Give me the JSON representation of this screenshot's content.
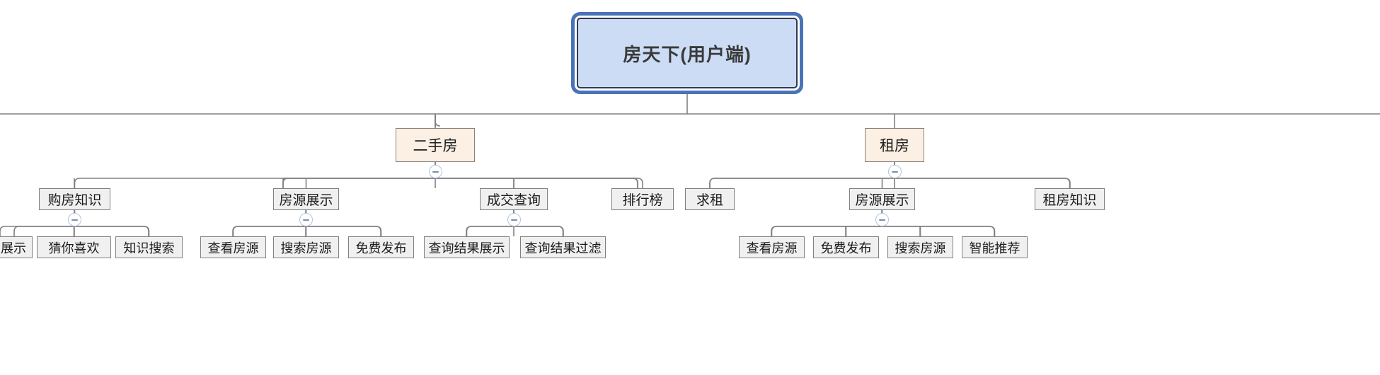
{
  "diagram": {
    "type": "mindmap-tree",
    "orientation": "top-down",
    "title_node": "房天下(用户端)",
    "colors": {
      "root_fill": "#ccdcf5",
      "root_border": "#2f3b52",
      "root_selection_ring": "#4a72b8",
      "level2_fill": "#fcefe3",
      "level2_border": "#8a8178",
      "leaf_fill": "#f0f0f0",
      "leaf_border": "#808080",
      "connector": "#808080",
      "toggle_border": "#aec3e6",
      "toggle_bar": "#7d8ea8",
      "canvas": "#ffffff"
    },
    "toggle_icon": "minus-collapse-icon"
  },
  "nodes": {
    "root": {
      "label": "房天下(用户端)",
      "selected": true
    },
    "l2_ershoufang": {
      "label": "二手房",
      "collapsible": true
    },
    "l2_zufang": {
      "label": "租房",
      "collapsible": true
    },
    "l3_goufangzhishi": {
      "label": "购房知识",
      "collapsible": true
    },
    "l3_fangyuanzhanshi_a": {
      "label": "房源展示",
      "collapsible": true
    },
    "l3_chengjiaochaxun": {
      "label": "成交查询",
      "collapsible": true
    },
    "l3_paihangbang": {
      "label": "排行榜",
      "collapsible": false
    },
    "l3_qiuzu": {
      "label": "求租",
      "collapsible": false
    },
    "l3_fangyuanzhanshi_b": {
      "label": "房源展示",
      "collapsible": true
    },
    "l3_zufangzhishi": {
      "label": "租房知识",
      "collapsible": false
    },
    "l4_zhanshi_clipped": {
      "label": "展示",
      "clipped": true
    },
    "l4_cainixihuan": {
      "label": "猜你喜欢"
    },
    "l4_zhishisousuo": {
      "label": "知识搜索"
    },
    "l4_chakanfangyuan_a": {
      "label": "查看房源"
    },
    "l4_sousuofangyuan_a": {
      "label": "搜索房源"
    },
    "l4_mianfeifabu_a": {
      "label": "免费发布"
    },
    "l4_chaxunjieguozhanshi": {
      "label": "查询结果展示"
    },
    "l4_chaxunjieguoguolv": {
      "label": "查询结果过滤"
    },
    "l4_chakanfangyuan_b": {
      "label": "查看房源"
    },
    "l4_mianfeifabu_b": {
      "label": "免费发布"
    },
    "l4_sousuofangyuan_b": {
      "label": "搜索房源"
    },
    "l4_zhinengtuijian": {
      "label": "智能推荐"
    }
  }
}
